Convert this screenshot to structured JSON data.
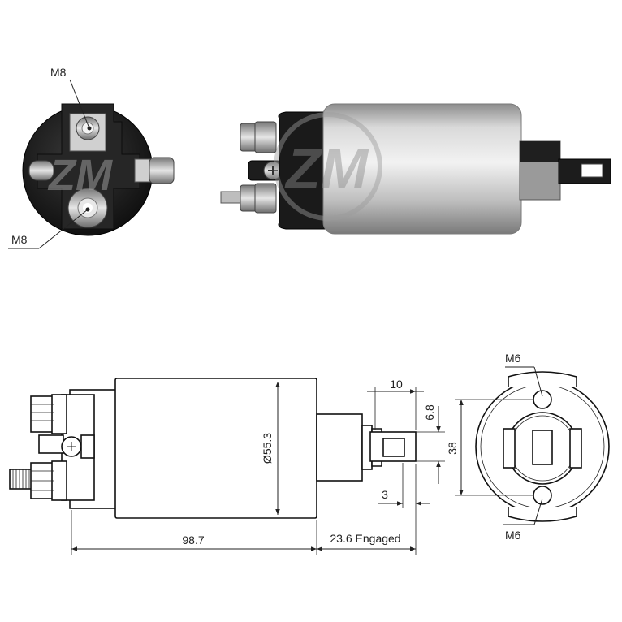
{
  "labels": {
    "top_thread_upper": "M8",
    "top_thread_lower": "M8",
    "mount_upper": "M6",
    "mount_lower": "M6"
  },
  "dimensions": {
    "body_diameter": "Ø55.3",
    "total_length": "98.7",
    "engaged_travel": "23.6 Engaged",
    "plunger_length": "10",
    "plunger_width": "6.8",
    "plunger_offset": "3",
    "mount_spacing": "38"
  },
  "watermark": {
    "text": "ZM"
  },
  "colors": {
    "body_silver": "#c9c9c9",
    "cap_black": "#1c1c1c",
    "line": "#222222"
  }
}
